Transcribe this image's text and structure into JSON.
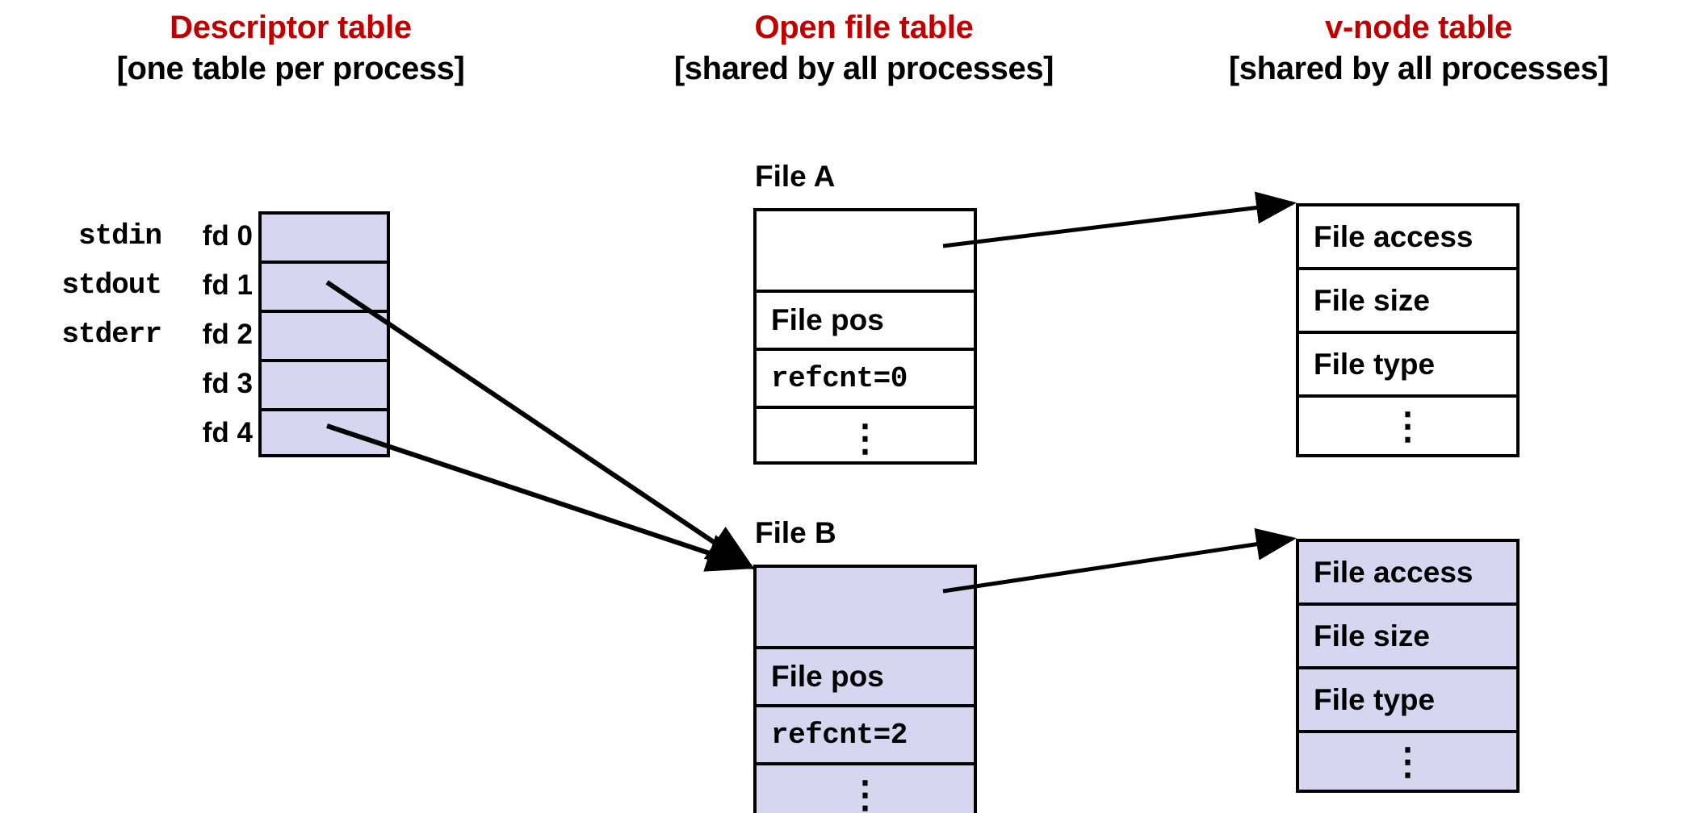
{
  "columns": [
    {
      "title": "Descriptor table",
      "subtitle": "[one table per process]"
    },
    {
      "title": "Open file table",
      "subtitle": "[shared by all processes]"
    },
    {
      "title": "v-node table",
      "subtitle": "[shared by all processes]"
    }
  ],
  "descriptor_table": {
    "std_labels": [
      "stdin",
      "stdout",
      "stderr"
    ],
    "fd_labels": [
      "fd 0",
      "fd 1",
      "fd 2",
      "fd 3",
      "fd 4"
    ],
    "cells": [
      "",
      "",
      "",
      "",
      ""
    ]
  },
  "open_file_table": {
    "entries": [
      {
        "caption": "File A",
        "highlighted": false,
        "rows": [
          {
            "text": "",
            "style": "empty"
          },
          {
            "text": "File pos",
            "style": "label"
          },
          {
            "text": "refcnt=0",
            "style": "mono"
          },
          {
            "text": "⋮",
            "style": "dots"
          }
        ]
      },
      {
        "caption": "File B",
        "highlighted": true,
        "rows": [
          {
            "text": "",
            "style": "empty"
          },
          {
            "text": "File pos",
            "style": "label"
          },
          {
            "text": "refcnt=2",
            "style": "mono"
          },
          {
            "text": "⋮",
            "style": "dots"
          }
        ]
      }
    ]
  },
  "vnode_table": {
    "entries": [
      {
        "highlighted": false,
        "rows": [
          {
            "text": "File access",
            "style": "label"
          },
          {
            "text": "File size",
            "style": "label"
          },
          {
            "text": "File type",
            "style": "label"
          },
          {
            "text": "⋮",
            "style": "dots"
          }
        ]
      },
      {
        "highlighted": true,
        "rows": [
          {
            "text": "File access",
            "style": "label"
          },
          {
            "text": "File size",
            "style": "label"
          },
          {
            "text": "File type",
            "style": "label"
          },
          {
            "text": "⋮",
            "style": "dots"
          }
        ]
      }
    ]
  },
  "colors": {
    "title_red": "#C00000",
    "cell_fill": "#D6D6F0",
    "stroke": "#000000",
    "background": "#FFFFFF"
  },
  "connections": [
    {
      "from": "fd-1-cell",
      "to": "file-b-entry"
    },
    {
      "from": "fd-4-cell",
      "to": "file-b-entry"
    },
    {
      "from": "file-a-entry",
      "to": "vnode-a-entry"
    },
    {
      "from": "file-b-entry",
      "to": "vnode-b-entry"
    }
  ]
}
